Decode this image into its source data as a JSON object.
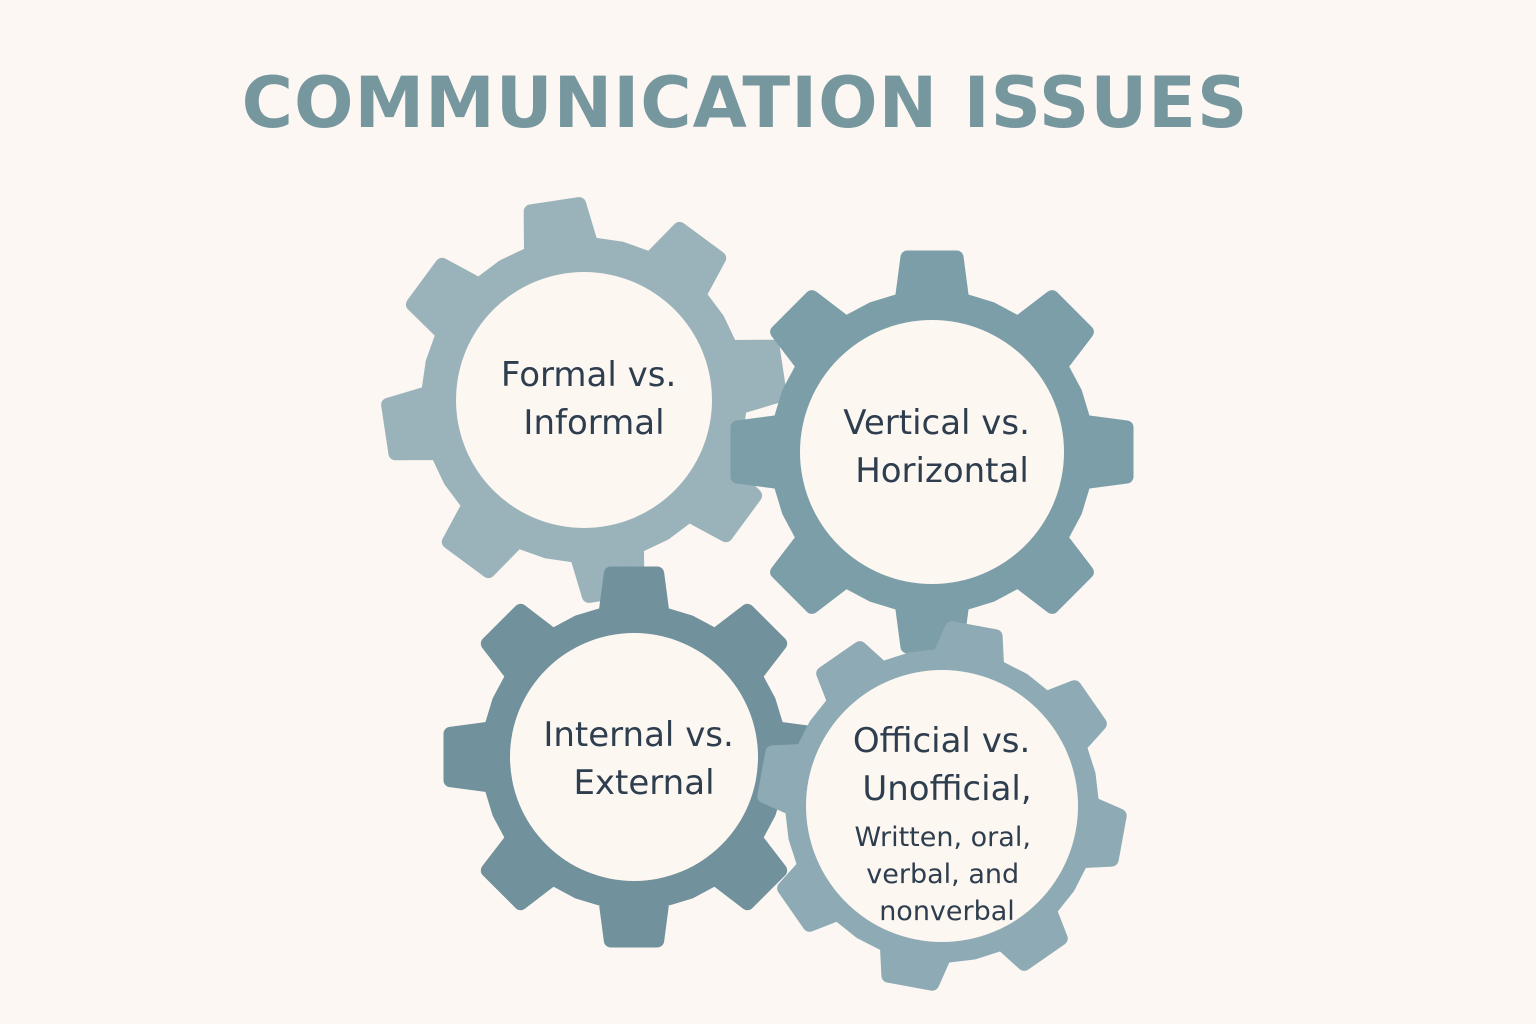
{
  "title": "COMMUNICATION ISSUES",
  "colors": {
    "background": "#fcf7f2",
    "title": "#77979f",
    "text": "#2e3e4e",
    "gear_inner": "#fdf7f2"
  },
  "gears": [
    {
      "id": "formal-informal",
      "color": "#9ab3ba",
      "lines": [
        "Formal vs.",
        "Informal"
      ]
    },
    {
      "id": "vertical-horizontal",
      "color": "#7b9ea8",
      "lines": [
        "Vertical vs.",
        "Horizontal"
      ]
    },
    {
      "id": "internal-external",
      "color": "#71919c",
      "lines": [
        "Internal vs.",
        "External"
      ]
    },
    {
      "id": "official-unofficial",
      "color": "#8eabb5",
      "lines": [
        "Official vs.",
        "Unofficial,"
      ],
      "sublines": [
        "Written, oral,",
        "verbal, and",
        "nonverbal"
      ]
    }
  ]
}
